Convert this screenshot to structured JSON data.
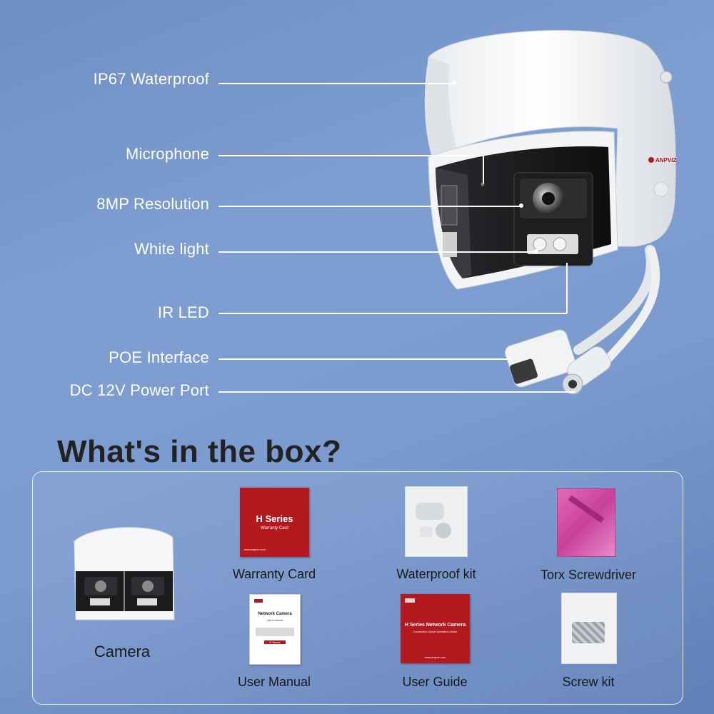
{
  "callouts": [
    {
      "label": "IP67 Waterproof"
    },
    {
      "label": "Microphone"
    },
    {
      "label": "8MP Resolution"
    },
    {
      "label": "White light"
    },
    {
      "label": "IR LED"
    },
    {
      "label": "POE Interface"
    },
    {
      "label": "DC 12V Power Port"
    }
  ],
  "camera_brand": "ANPVIZ",
  "box": {
    "title": "What's in the box?",
    "items": [
      {
        "label": "Camera"
      },
      {
        "label": "Warranty Card"
      },
      {
        "label": "Waterproof kit"
      },
      {
        "label": "Torx Screwdriver"
      },
      {
        "label": "User Manual"
      },
      {
        "label": "User Guide"
      },
      {
        "label": "Screw kit"
      }
    ],
    "warranty_card": {
      "title": "H Series",
      "subtitle": "Warranty Card",
      "url": "www.anpviz.com"
    },
    "user_manual": {
      "title": "Network Camera",
      "subtitle": "User Manual",
      "tag": "H Series"
    },
    "user_guide": {
      "title": "H Series Network Camera",
      "subtitle": "Connection Quick Operation Guide",
      "url": "www.anpviz.com"
    }
  },
  "colors": {
    "background": "#7b9bd0",
    "card_red": "#b3191f",
    "title": "#222222"
  }
}
